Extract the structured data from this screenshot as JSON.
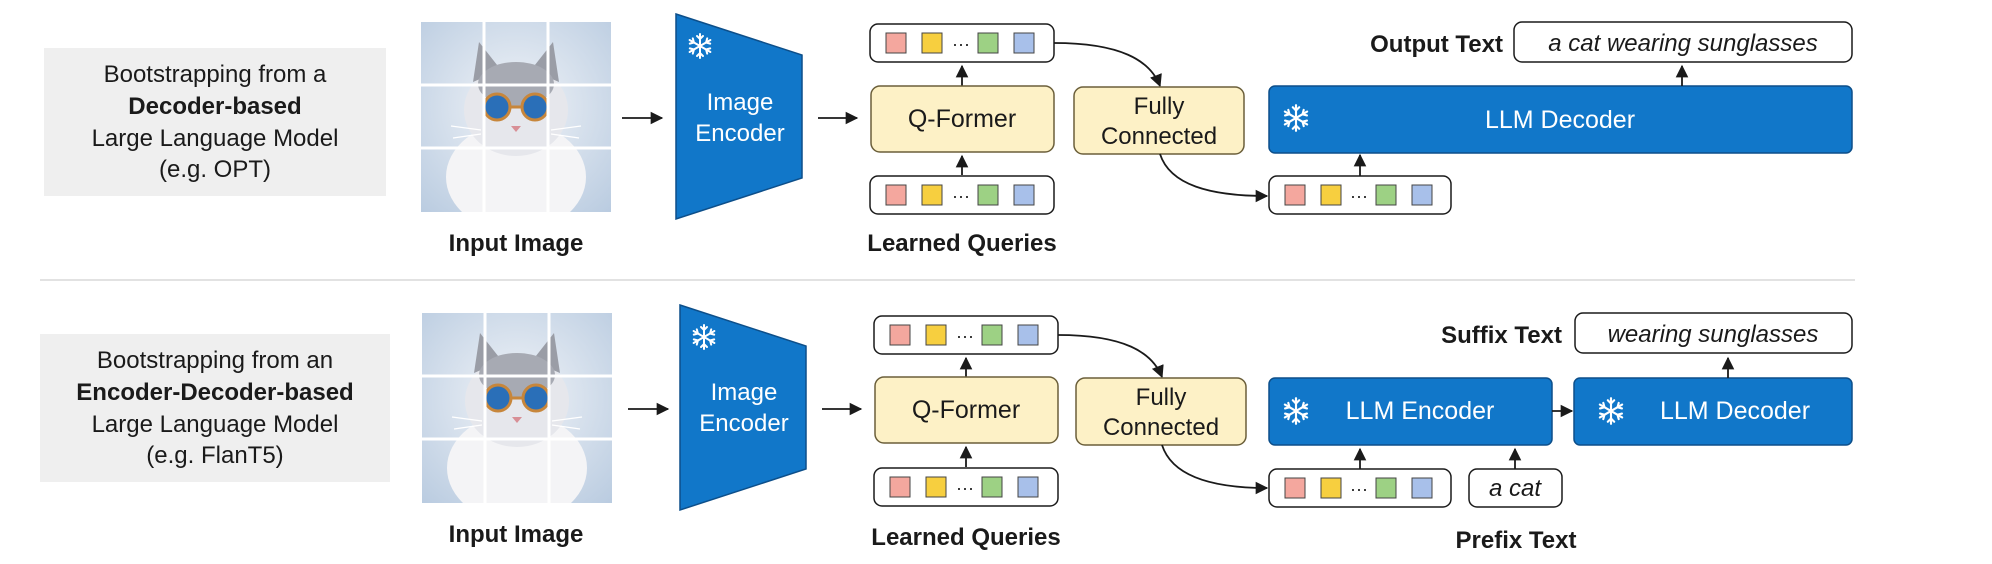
{
  "colors": {
    "blue": "#1177c9",
    "blue_dark": "#0d4f8a",
    "cream": "#fdf1c6",
    "cream_border": "#6b5f3a",
    "gray_bg": "#efefef",
    "divider": "#d9d9d9",
    "token_colors": [
      "#f4a79e",
      "#f7cf3f",
      "#9dd184",
      "#a8c0ea"
    ]
  },
  "icons": {
    "frozen": "snowflake-icon",
    "ellipsis": "···"
  },
  "rows": [
    {
      "id": "decoder",
      "title_line1": "Bootstrapping from a",
      "title_bold": "Decoder-based",
      "title_line3": "Large Language Model",
      "title_line4": "(e.g. OPT)",
      "input_label": "Input Image",
      "encoder_line1": "Image",
      "encoder_line2": "Encoder",
      "qformer_label": "Q-Former",
      "queries_label": "Learned Queries",
      "fc_line1": "Fully",
      "fc_line2": "Connected",
      "llm_label": "LLM Decoder",
      "output_label": "Output Text",
      "output_text": "a cat wearing sunglasses"
    },
    {
      "id": "encdec",
      "title_line1": "Bootstrapping from an",
      "title_bold": "Encoder-Decoder-based",
      "title_line3": "Large Language Model",
      "title_line4": "(e.g. FlanT5)",
      "input_label": "Input Image",
      "encoder_line1": "Image",
      "encoder_line2": "Encoder",
      "qformer_label": "Q-Former",
      "queries_label": "Learned Queries",
      "fc_line1": "Fully",
      "fc_line2": "Connected",
      "llm_encoder_label": "LLM Encoder",
      "llm_decoder_label": "LLM Decoder",
      "suffix_label": "Suffix Text",
      "suffix_text": "wearing sunglasses",
      "prefix_text": "a cat",
      "prefix_label": "Prefix Text"
    }
  ]
}
